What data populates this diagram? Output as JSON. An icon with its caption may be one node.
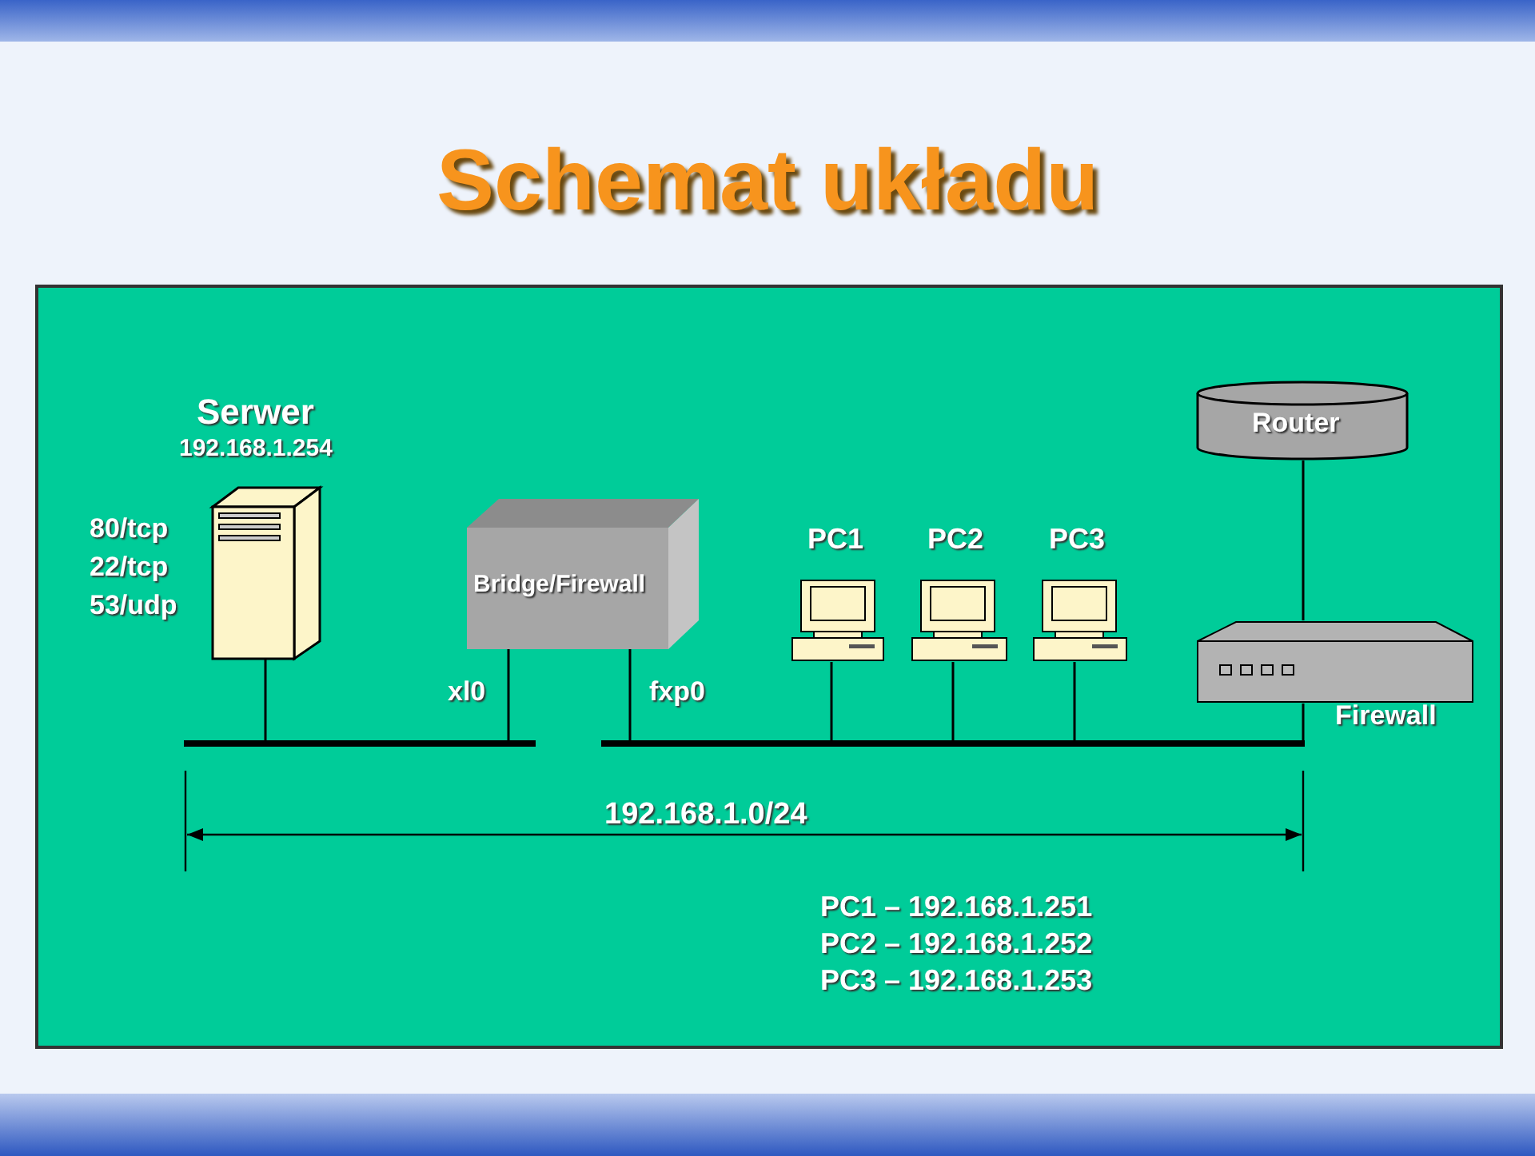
{
  "diagram": {
    "title": "Schemat układu",
    "nodes": [
      {
        "text": [
          "Serwer",
          "192.168.1.254"
        ],
        "beside": [
          "80/tcp 22/tcp 53/udp"
        ]
      },
      {
        "text": [
          "Bridge/Firewall"
        ]
      },
      {
        "text": [
          "PC1"
        ]
      },
      {
        "text": [
          "PC2"
        ]
      },
      {
        "text": [
          "PC3"
        ]
      },
      {
        "text": [
          "Router"
        ]
      },
      {
        "text": [
          "Firewall"
        ]
      },
      {
        "text": [],
        "shape": "bar"
      },
      {
        "text": [],
        "shape": "bar"
      }
    ],
    "edges": [
      {
        "from": 0,
        "to": 7,
        "arrow": "none"
      },
      {
        "from": 1,
        "to": 7,
        "arrow": "none",
        "label": "xl0"
      },
      {
        "from": 1,
        "to": 8,
        "arrow": "none",
        "label": "fxp0"
      },
      {
        "from": 2,
        "to": 8,
        "arrow": "none"
      },
      {
        "from": 3,
        "to": 8,
        "arrow": "none"
      },
      {
        "from": 4,
        "to": 8,
        "arrow": "none"
      },
      {
        "from": 6,
        "to": 8,
        "arrow": "none"
      },
      {
        "from": 5,
        "to": 6,
        "arrow": "none"
      }
    ],
    "labels": [
      "192.168.1.0/24",
      "PC1 – 192.168.1.251",
      "PC2 – 192.168.1.252",
      "PC3 – 192.168.1.253"
    ]
  }
}
